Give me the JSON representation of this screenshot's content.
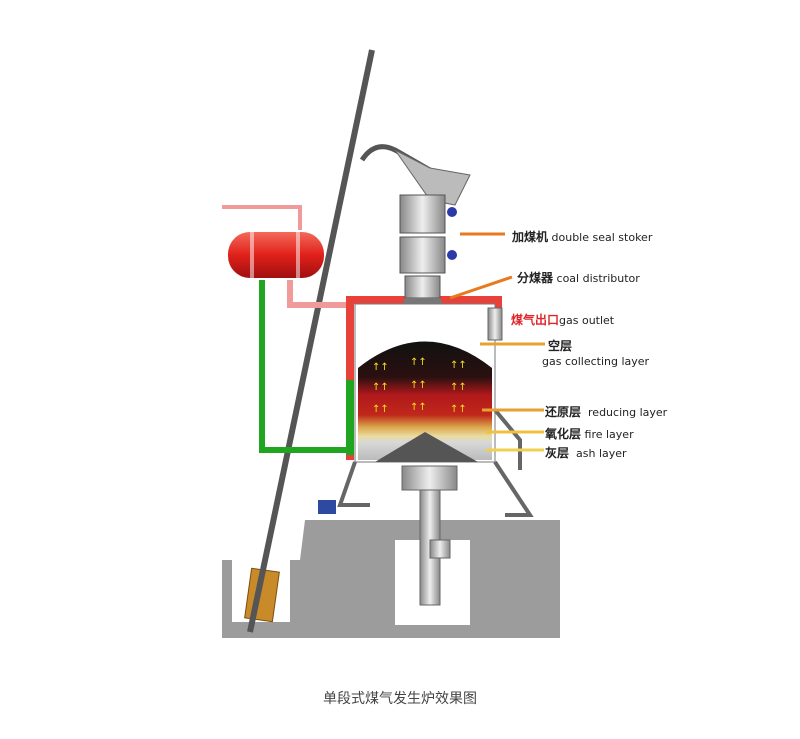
{
  "labels": {
    "stoker": {
      "cn": "加煤机",
      "en": "double seal stoker"
    },
    "distributor": {
      "cn": "分煤器",
      "en": "coal distributor"
    },
    "gas_outlet": {
      "cn": "煤气出口",
      "en": "gas outlet"
    },
    "gas_layer": {
      "cn": "空层",
      "en": "gas collecting layer"
    },
    "reducing": {
      "cn": "还原层",
      "en": "reducing layer"
    },
    "fire": {
      "cn": "氧化层",
      "en": "fire layer"
    },
    "ash": {
      "cn": "灰层",
      "en": "ash layer"
    }
  },
  "caption": "单段式煤气发生炉效果图",
  "colors": {
    "pipe_red": "#e8413a",
    "pipe_pink": "#f19a9a",
    "pipe_green": "#1fa51f",
    "ground": "#9a9a9a",
    "arrow": "#e87a1e"
  }
}
